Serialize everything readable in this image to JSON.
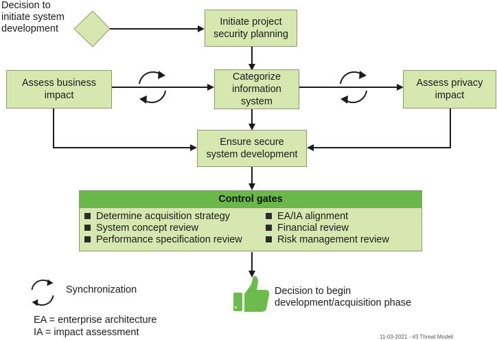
{
  "start": {
    "label": "Decision to\ninitiate system\ndevelopment"
  },
  "boxes": {
    "initiate": "Initiate project\nsecurity planning",
    "categorize": "Categorize\ninformation\nsystem",
    "assess_business": "Assess business\nimpact",
    "assess_privacy": "Assess privacy\nimpact",
    "ensure": "Ensure secure\nsystem development"
  },
  "control_gates": {
    "title": "Control gates",
    "left_items": [
      "Determine acquisition strategy",
      "System concept review",
      "Performance specification review"
    ],
    "right_items": [
      "EA/IA alignment",
      "Financial review",
      "Risk management review"
    ]
  },
  "decision_end": {
    "label": "Decision to begin\ndevelopment/acquisition phase"
  },
  "legend": {
    "sync_label": "Synchronization",
    "ea": "EA = enterprise architecture",
    "ia": "IA = impact assessment"
  },
  "footer": "11-03-2021 - #3 Threat Modeli",
  "colors": {
    "box_fill": "#d6e8b0",
    "gate_header": "#6bb84a",
    "thumb": "#6cbb4c"
  },
  "icons": [
    "sync-icon",
    "thumbs-up-icon"
  ]
}
